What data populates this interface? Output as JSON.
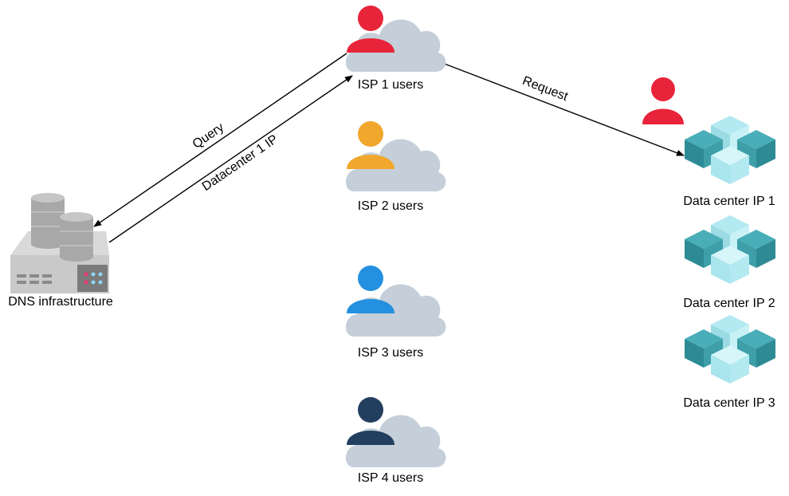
{
  "nodes": {
    "dns": {
      "label": "DNS infrastructure",
      "icon": "server-database-icon"
    },
    "isp1": {
      "label": "ISP 1 users",
      "icon": "user-cloud-icon",
      "color": "#E8243A"
    },
    "isp2": {
      "label": "ISP 2 users",
      "icon": "user-cloud-icon",
      "color": "#F0A72B"
    },
    "isp3": {
      "label": "ISP 3 users",
      "icon": "user-cloud-icon",
      "color": "#2490E0"
    },
    "isp4": {
      "label": "ISP 4 users",
      "icon": "user-cloud-icon",
      "color": "#223F5F"
    },
    "dc1": {
      "label": "Data center IP 1",
      "icon": "cubes-icon"
    },
    "dc2": {
      "label": "Data center IP 2",
      "icon": "cubes-icon"
    },
    "dc3": {
      "label": "Data center IP 3",
      "icon": "cubes-icon"
    },
    "request_user": {
      "icon": "user-icon",
      "color": "#E8243A"
    }
  },
  "edges": {
    "query": {
      "label": "Query",
      "from": "isp1",
      "to": "dns"
    },
    "response": {
      "label": "Datacenter 1 IP",
      "from": "dns",
      "to": "isp1"
    },
    "request": {
      "label": "Request",
      "from": "isp1",
      "to": "dc1"
    }
  },
  "colors": {
    "cloud": "#C4CFD9",
    "cube_dark": "#2E8B95",
    "cube_mid": "#49AEB8",
    "cube_light": "#B3E9F0",
    "server_body": "#C9C9C9",
    "server_panel": "#7A7A7A"
  }
}
